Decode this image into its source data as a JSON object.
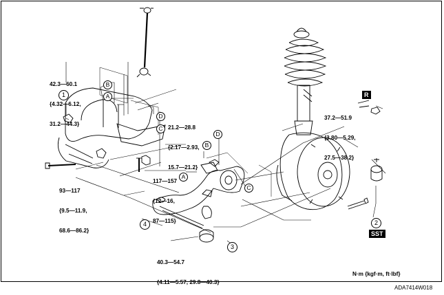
{
  "torques": {
    "t1": {
      "l1": "42.3—60.1",
      "l2": "{4.32—6.12,",
      "l3": "31.2—44.3}"
    },
    "t2": {
      "l1": "21.2—28.8",
      "l2": "{2.17—2.93,",
      "l3": "15.7—21.2}"
    },
    "t3": {
      "l1": "117—157",
      "l2": "{12—16,",
      "l3": "87—115}"
    },
    "t4": {
      "l1": "93—117",
      "l2": "{9.5—11.9,",
      "l3": "68.6—86.2}"
    },
    "t5": {
      "l1": "37.2—51.9",
      "l2": "{3.80—5.29,",
      "l3": "27.5—38.2}"
    },
    "t6": {
      "l1": "40.3—54.7",
      "l2": "{4.11—5.57, 29.8—40.3}"
    }
  },
  "callouts": {
    "c1": "1",
    "c2": "2",
    "c3": "3",
    "c4": "4"
  },
  "letters": {
    "a": "A",
    "b": "B",
    "c": "C",
    "d": "D"
  },
  "tags": {
    "r": "R",
    "sst": "SST"
  },
  "unit": "N·m {kgf·m, ft·lbf}",
  "code": "ADA7414W018"
}
